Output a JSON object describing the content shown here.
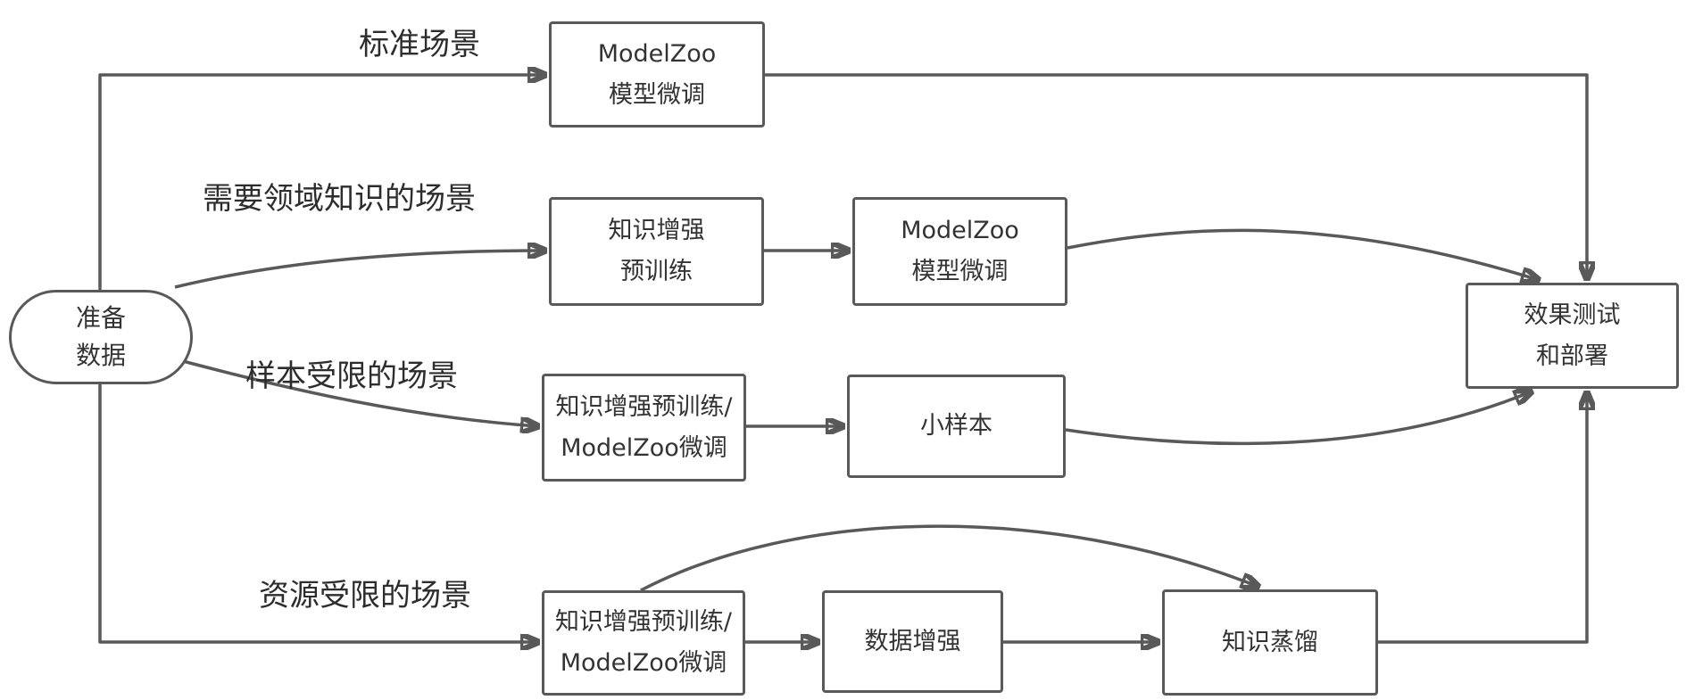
{
  "diagram": {
    "nodes": {
      "prepare_data": {
        "line1": "准备",
        "line2": "数据"
      },
      "standard_finetune": {
        "line1": "ModelZoo",
        "line2": "模型微调"
      },
      "knowledge_pretrain": {
        "line1": "知识增强",
        "line2": "预训练"
      },
      "domain_finetune": {
        "line1": "ModelZoo",
        "line2": "模型微调"
      },
      "sample_pretrain": {
        "line1": "知识增强预训练/",
        "line2": "ModelZoo微调"
      },
      "few_shot": {
        "label": "小样本"
      },
      "resource_pretrain": {
        "line1": "知识增强预训练/",
        "line2": "ModelZoo微调"
      },
      "data_augmentation": {
        "label": "数据增强"
      },
      "knowledge_distillation": {
        "label": "知识蒸馏"
      },
      "evaluate_deploy": {
        "line1": "效果测试",
        "line2": "和部署"
      }
    },
    "scenario_labels": {
      "standard": "标准场景",
      "domain_knowledge": "需要领域知识的场景",
      "sample_limited": "样本受限的场景",
      "resource_limited": "资源受限的场景"
    },
    "colors": {
      "line": "#595959",
      "text": "#333333",
      "background": "#ffffff"
    }
  }
}
